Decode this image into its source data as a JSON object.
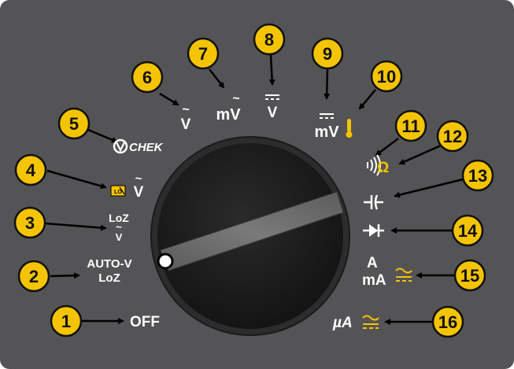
{
  "colors": {
    "panel": "#545456",
    "badge_fill": "#f5c400",
    "badge_stroke": "#111111",
    "label": "#ffffff",
    "accent": "#f5c400"
  },
  "callouts": [
    {
      "number": "1"
    },
    {
      "number": "2"
    },
    {
      "number": "3"
    },
    {
      "number": "4"
    },
    {
      "number": "5"
    },
    {
      "number": "6"
    },
    {
      "number": "7"
    },
    {
      "number": "8"
    },
    {
      "number": "9"
    },
    {
      "number": "10"
    },
    {
      "number": "11"
    },
    {
      "number": "12"
    },
    {
      "number": "13"
    },
    {
      "number": "14"
    },
    {
      "number": "15"
    },
    {
      "number": "16"
    }
  ],
  "labels": {
    "off": "OFF",
    "auto_v_line1": "AUTO-V",
    "auto_v_line2": "LoZ",
    "loz": "LoZ",
    "loz_v": "V",
    "lpf_v": "V",
    "vchek": "CHEK",
    "v_ac": "V",
    "mv_ac": "mV",
    "v_dc": "V",
    "mv_dc": "mV",
    "ohm": "Ω",
    "amps_line1": "A",
    "amps_line2": "mA",
    "micro_amps": "µA"
  },
  "icons": {
    "tilde": "~",
    "continuity": "beeper-icon",
    "capacitor": "capacitor-icon",
    "diode": "diode-icon",
    "thermometer": "thermometer-icon",
    "lpf": "low-pass-filter-icon",
    "ac_dc": "ac-dc-icon"
  }
}
